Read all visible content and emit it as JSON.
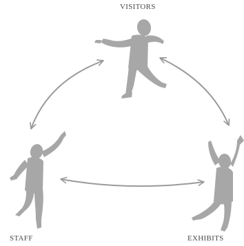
{
  "diagram": {
    "nodes": [
      {
        "id": "visitors",
        "label": "VISITORS",
        "figure": "gesturing-person-figure"
      },
      {
        "id": "staff",
        "label": "STAFF",
        "figure": "dancing-person-figure"
      },
      {
        "id": "exhibits",
        "label": "EXHIBITS",
        "figure": "arms-raised-person-figure"
      }
    ],
    "connections": [
      {
        "from": "visitors",
        "to": "staff",
        "style": "curved-double-arrow"
      },
      {
        "from": "visitors",
        "to": "exhibits",
        "style": "curved-double-arrow"
      },
      {
        "from": "staff",
        "to": "exhibits",
        "style": "curved-double-arrow"
      }
    ],
    "colors": {
      "figure": "#a7a7a7",
      "arrow": "#9a9a9a",
      "label": "#4a4a4a",
      "background": "#ffffff"
    }
  }
}
